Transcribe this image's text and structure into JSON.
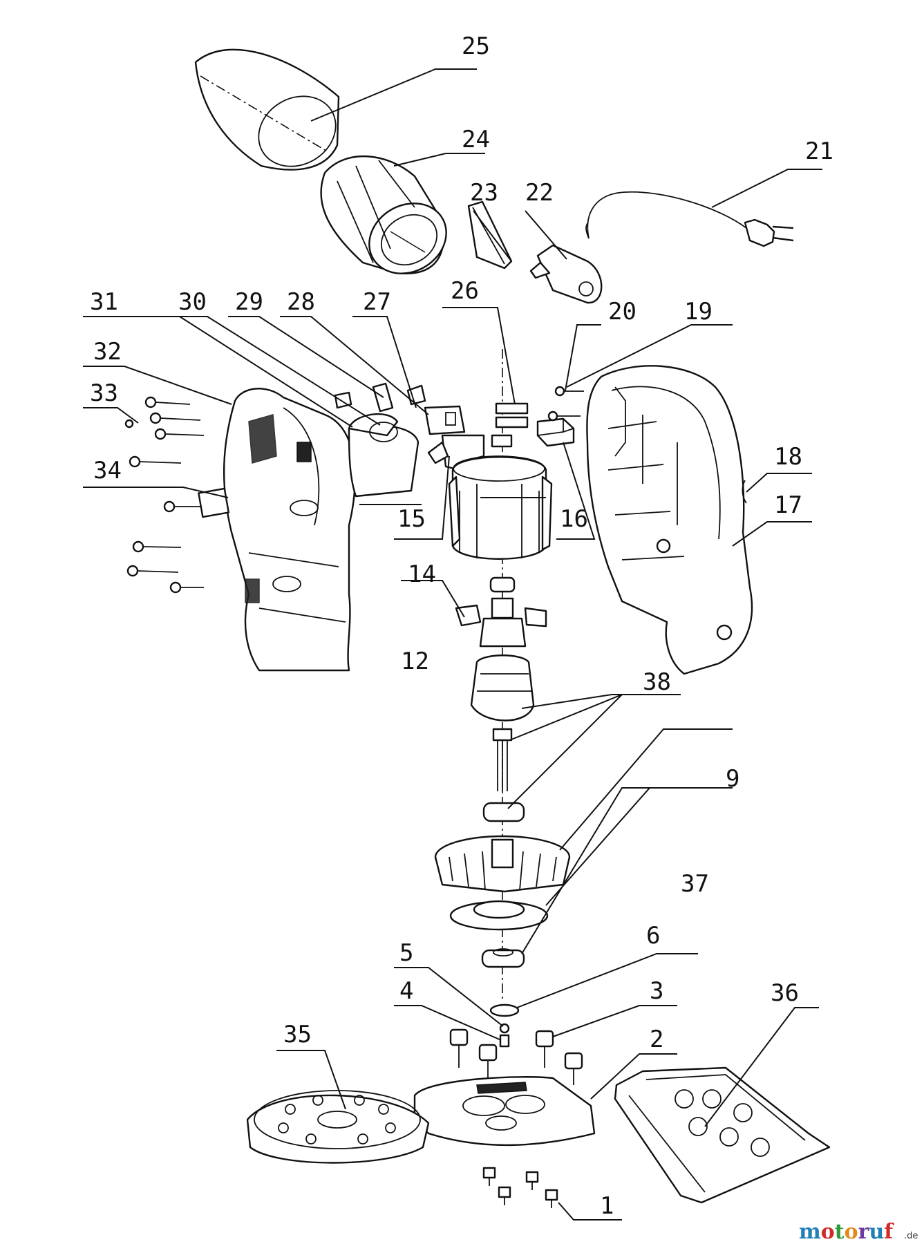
{
  "labels": {
    "p1": "1",
    "p2": "2",
    "p3": "3",
    "p4": "4",
    "p5": "5",
    "p6": "6",
    "p9": "9",
    "p12": "12",
    "p14": "14",
    "p15": "15",
    "p16": "16",
    "p17": "17",
    "p18": "18",
    "p19": "19",
    "p20": "20",
    "p21": "21",
    "p22": "22",
    "p23": "23",
    "p24": "24",
    "p25": "25",
    "p26": "26",
    "p27": "27",
    "p28": "28",
    "p29": "29",
    "p30": "30",
    "p31": "31",
    "p32": "32",
    "p33": "33",
    "p34": "34",
    "p35": "35",
    "p36": "36",
    "p37": "37",
    "p38": "38"
  },
  "watermark": {
    "brand": "motoruf",
    "tld": ".de"
  },
  "colors": {
    "m": "#1f7fb6",
    "o1": "#d02a2a",
    "t": "#2d9a3c",
    "o2": "#e08a1a",
    "r": "#6a3aa0",
    "u": "#1f7fb6",
    "f": "#d02a2a"
  }
}
